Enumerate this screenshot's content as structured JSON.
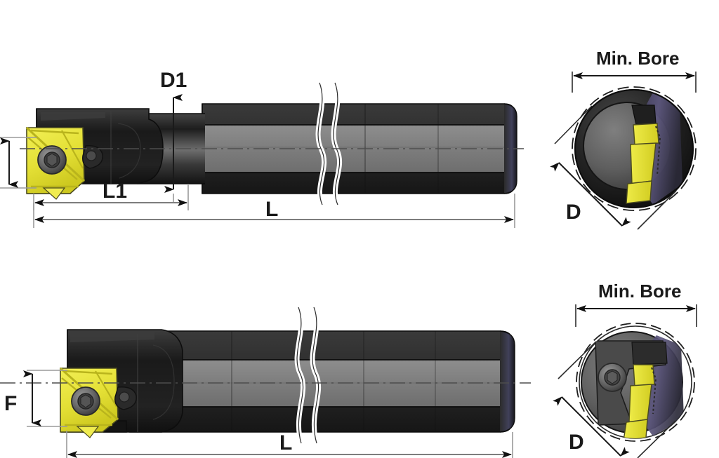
{
  "diagram": {
    "title": "Indexable Threading Boring Bar Dimensional Drawing",
    "background_color": "#ffffff",
    "views": [
      {
        "id": "top-side-view",
        "name": "Top boring bar side view",
        "description": "Stepped-shank internal threading boring bar, side elevation with break",
        "labels": [
          "D1",
          "L1",
          "L"
        ]
      },
      {
        "id": "top-end-view",
        "name": "Top boring bar end view",
        "description": "Circular end view showing minimum bore circle and bar diameter",
        "labels": [
          "Min. Bore",
          "D"
        ]
      },
      {
        "id": "bottom-side-view",
        "name": "Bottom boring bar side view",
        "description": "Straight-shank internal threading boring bar, side elevation with break",
        "labels": [
          "F",
          "L"
        ]
      },
      {
        "id": "bottom-end-view",
        "name": "Bottom boring bar end view",
        "description": "Circular end view showing minimum bore circle and bar diameter",
        "labels": [
          "Min. Bore",
          "D"
        ]
      }
    ]
  },
  "dimensions": {
    "top_d1": "D1",
    "top_l1": "L1",
    "top_l": "L",
    "top_min_bore": "Min. Bore",
    "top_d": "D",
    "bottom_f": "F",
    "bottom_l": "L",
    "bottom_min_bore": "Min. Bore",
    "bottom_d": "D"
  },
  "colors": {
    "insert_yellow": "#e8e43a",
    "insert_yellow_dark": "#c3bf20",
    "body_black": "#1c1c1c",
    "body_dark": "#2e2e2e",
    "shank_gray": "#7b7b7b",
    "shank_gray_light": "#8d8d8d",
    "screw_gray": "#6e6e6e",
    "screw_dark": "#3a3a3a",
    "end_purple": "#5b5577",
    "dim_gray": "#7d7d7d",
    "text_black": "#1a1a1a",
    "outline": "#111111"
  },
  "icons": {
    "break_symbol": "double-s-break-line",
    "arrow": "dimension-arrowhead",
    "centerline": "center-axis-dash-dot"
  }
}
